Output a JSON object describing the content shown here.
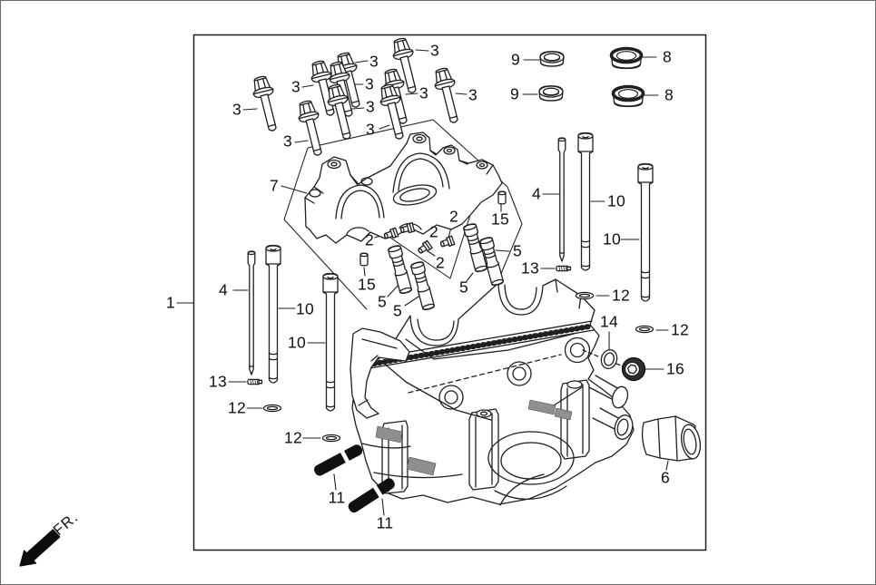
{
  "colors": {
    "line": "#1f1f1f",
    "background": "#ffffff",
    "stud_black": "#101010",
    "shaded_gray": "#8f8f8f"
  },
  "front_marker": {
    "label": "FR."
  },
  "callouts": {
    "n1": "1",
    "n2": "2",
    "n3": "3",
    "n4": "4",
    "n5": "5",
    "n6": "6",
    "n7": "7",
    "n8": "8",
    "n9": "9",
    "n10": "10",
    "n11": "11",
    "n12": "12",
    "n13": "13",
    "n14": "14",
    "n15": "15",
    "n16": "16"
  }
}
